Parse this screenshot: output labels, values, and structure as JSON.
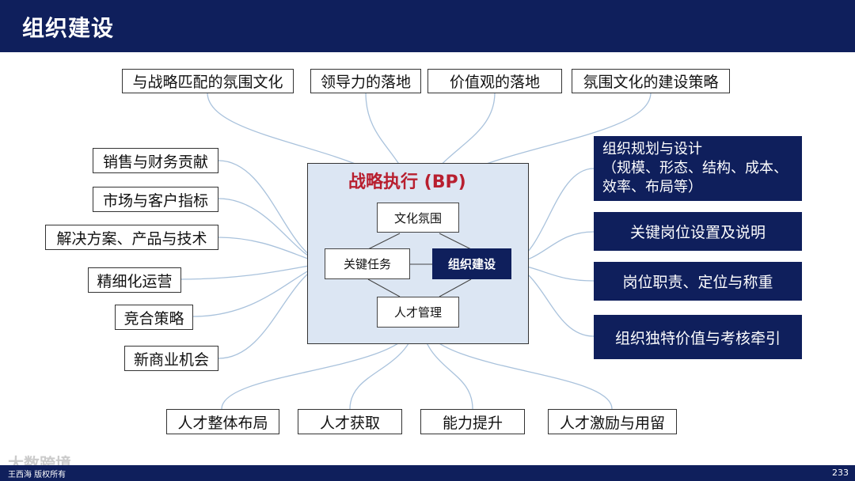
{
  "header": {
    "title": "组织建设"
  },
  "center": {
    "title": "战略执行 (BP)",
    "nodes": {
      "top": "文化氛围",
      "left": "关键任务",
      "right": "组织建设",
      "bottom": "人才管理"
    }
  },
  "top_items": [
    "与战略匹配的氛围文化",
    "领导力的落地",
    "价值观的落地",
    "氛围文化的建设策略"
  ],
  "left_items": [
    "销售与财务贡献",
    "市场与客户指标",
    "解决方案、产品与技术",
    "精细化运营",
    "竞合策略",
    "新商业机会"
  ],
  "right_items": {
    "planning": [
      "组织规划与设计",
      "（规模、形态、结构、成本、",
      "效率、布局等）"
    ],
    "others": [
      "关键岗位设置及说明",
      "岗位职责、定位与称重",
      "组织独特价值与考核牵引"
    ]
  },
  "bottom_items": [
    "人才整体布局",
    "人才获取",
    "能力提升",
    "人才激励与用留"
  ],
  "footer": {
    "credit": "王西海 版权所有",
    "page": "233"
  },
  "watermark": "大数跨境",
  "colors": {
    "navy": "#0f1f5c",
    "panel": "#dce6f3",
    "accent_red": "#b81f2f",
    "connector": "#a9c2dc"
  }
}
